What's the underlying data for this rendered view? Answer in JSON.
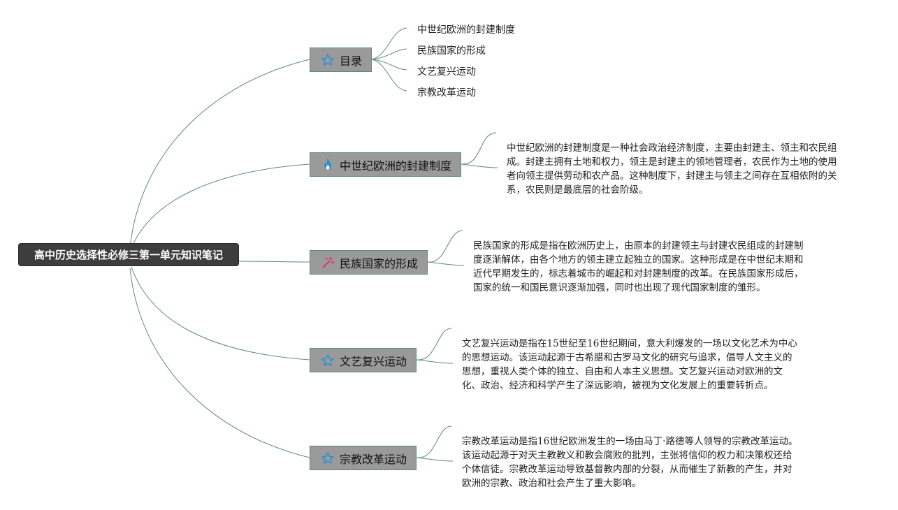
{
  "root": {
    "title": "高中历史选择性必修三第一单元知识笔记"
  },
  "topics": [
    {
      "label": "目录",
      "icon": "star-icon"
    },
    {
      "label": "中世纪欧洲的封建制度",
      "icon": "flame-icon"
    },
    {
      "label": "民族国家的形成",
      "icon": "magic-wand-icon"
    },
    {
      "label": "文艺复兴运动",
      "icon": "star-icon"
    },
    {
      "label": "宗教改革运动",
      "icon": "star-icon"
    }
  ],
  "toc_items": [
    "中世纪欧洲的封建制度",
    "民族国家的形成",
    "文艺复兴运动",
    "宗教改革运动"
  ],
  "details": {
    "feudal": [
      "中世纪欧洲的封建制度是一种社会政治经济制度，主要由封建主、领主和农民组",
      "成。封建主拥有土地和权力，领主是封建主的领地管理者，农民作为土地的使用",
      "者向领主提供劳动和农产品。这种制度下，封建主与领主之间存在互相依附的关",
      "系，农民则是最底层的社会阶级。"
    ],
    "nation": [
      "民族国家的形成是指在欧洲历史上，由原本的封建领主与封建农民组成的封建制",
      "度逐渐解体，由各个地方的领主建立起独立的国家。这种形成是在中世纪末期和",
      "近代早期发生的，标志着城市的崛起和对封建制度的改革。在民族国家形成后，",
      "国家的统一和国民意识逐渐加强，同时也出现了现代国家制度的雏形。"
    ],
    "renaissance": [
      "文艺复兴运动是指在15世纪至16世纪期间，意大利爆发的一场以文化艺术为中心",
      "的思想运动。该运动起源于古希腊和古罗马文化的研究与追求，倡导人文主义的",
      "思想，重视人类个体的独立、自由和人本主义思想。文艺复兴运动对欧洲的文",
      "化、政治、经济和科学产生了深远影响，被视为文化发展上的重要转折点。"
    ],
    "reformation": [
      "宗教改革运动是指16世纪欧洲发生的一场由马丁·路德等人领导的宗教改革运动。",
      "该运动起源于对天主教教义和教会腐败的批判，主张将信仰的权力和决策权还给",
      "个体信徒。宗教改革运动导致基督教内部的分裂，从而催生了新教的产生，并对",
      "欧洲的宗教、政治和社会产生了重大影响。"
    ]
  },
  "colors": {
    "link": "#5b8a7a",
    "root_bg": "#3d3d3d",
    "topic_bg": "#9a9a9a",
    "star": "#2b8fd6",
    "flame": "#2b8fd6",
    "wand": "#e0306a"
  }
}
